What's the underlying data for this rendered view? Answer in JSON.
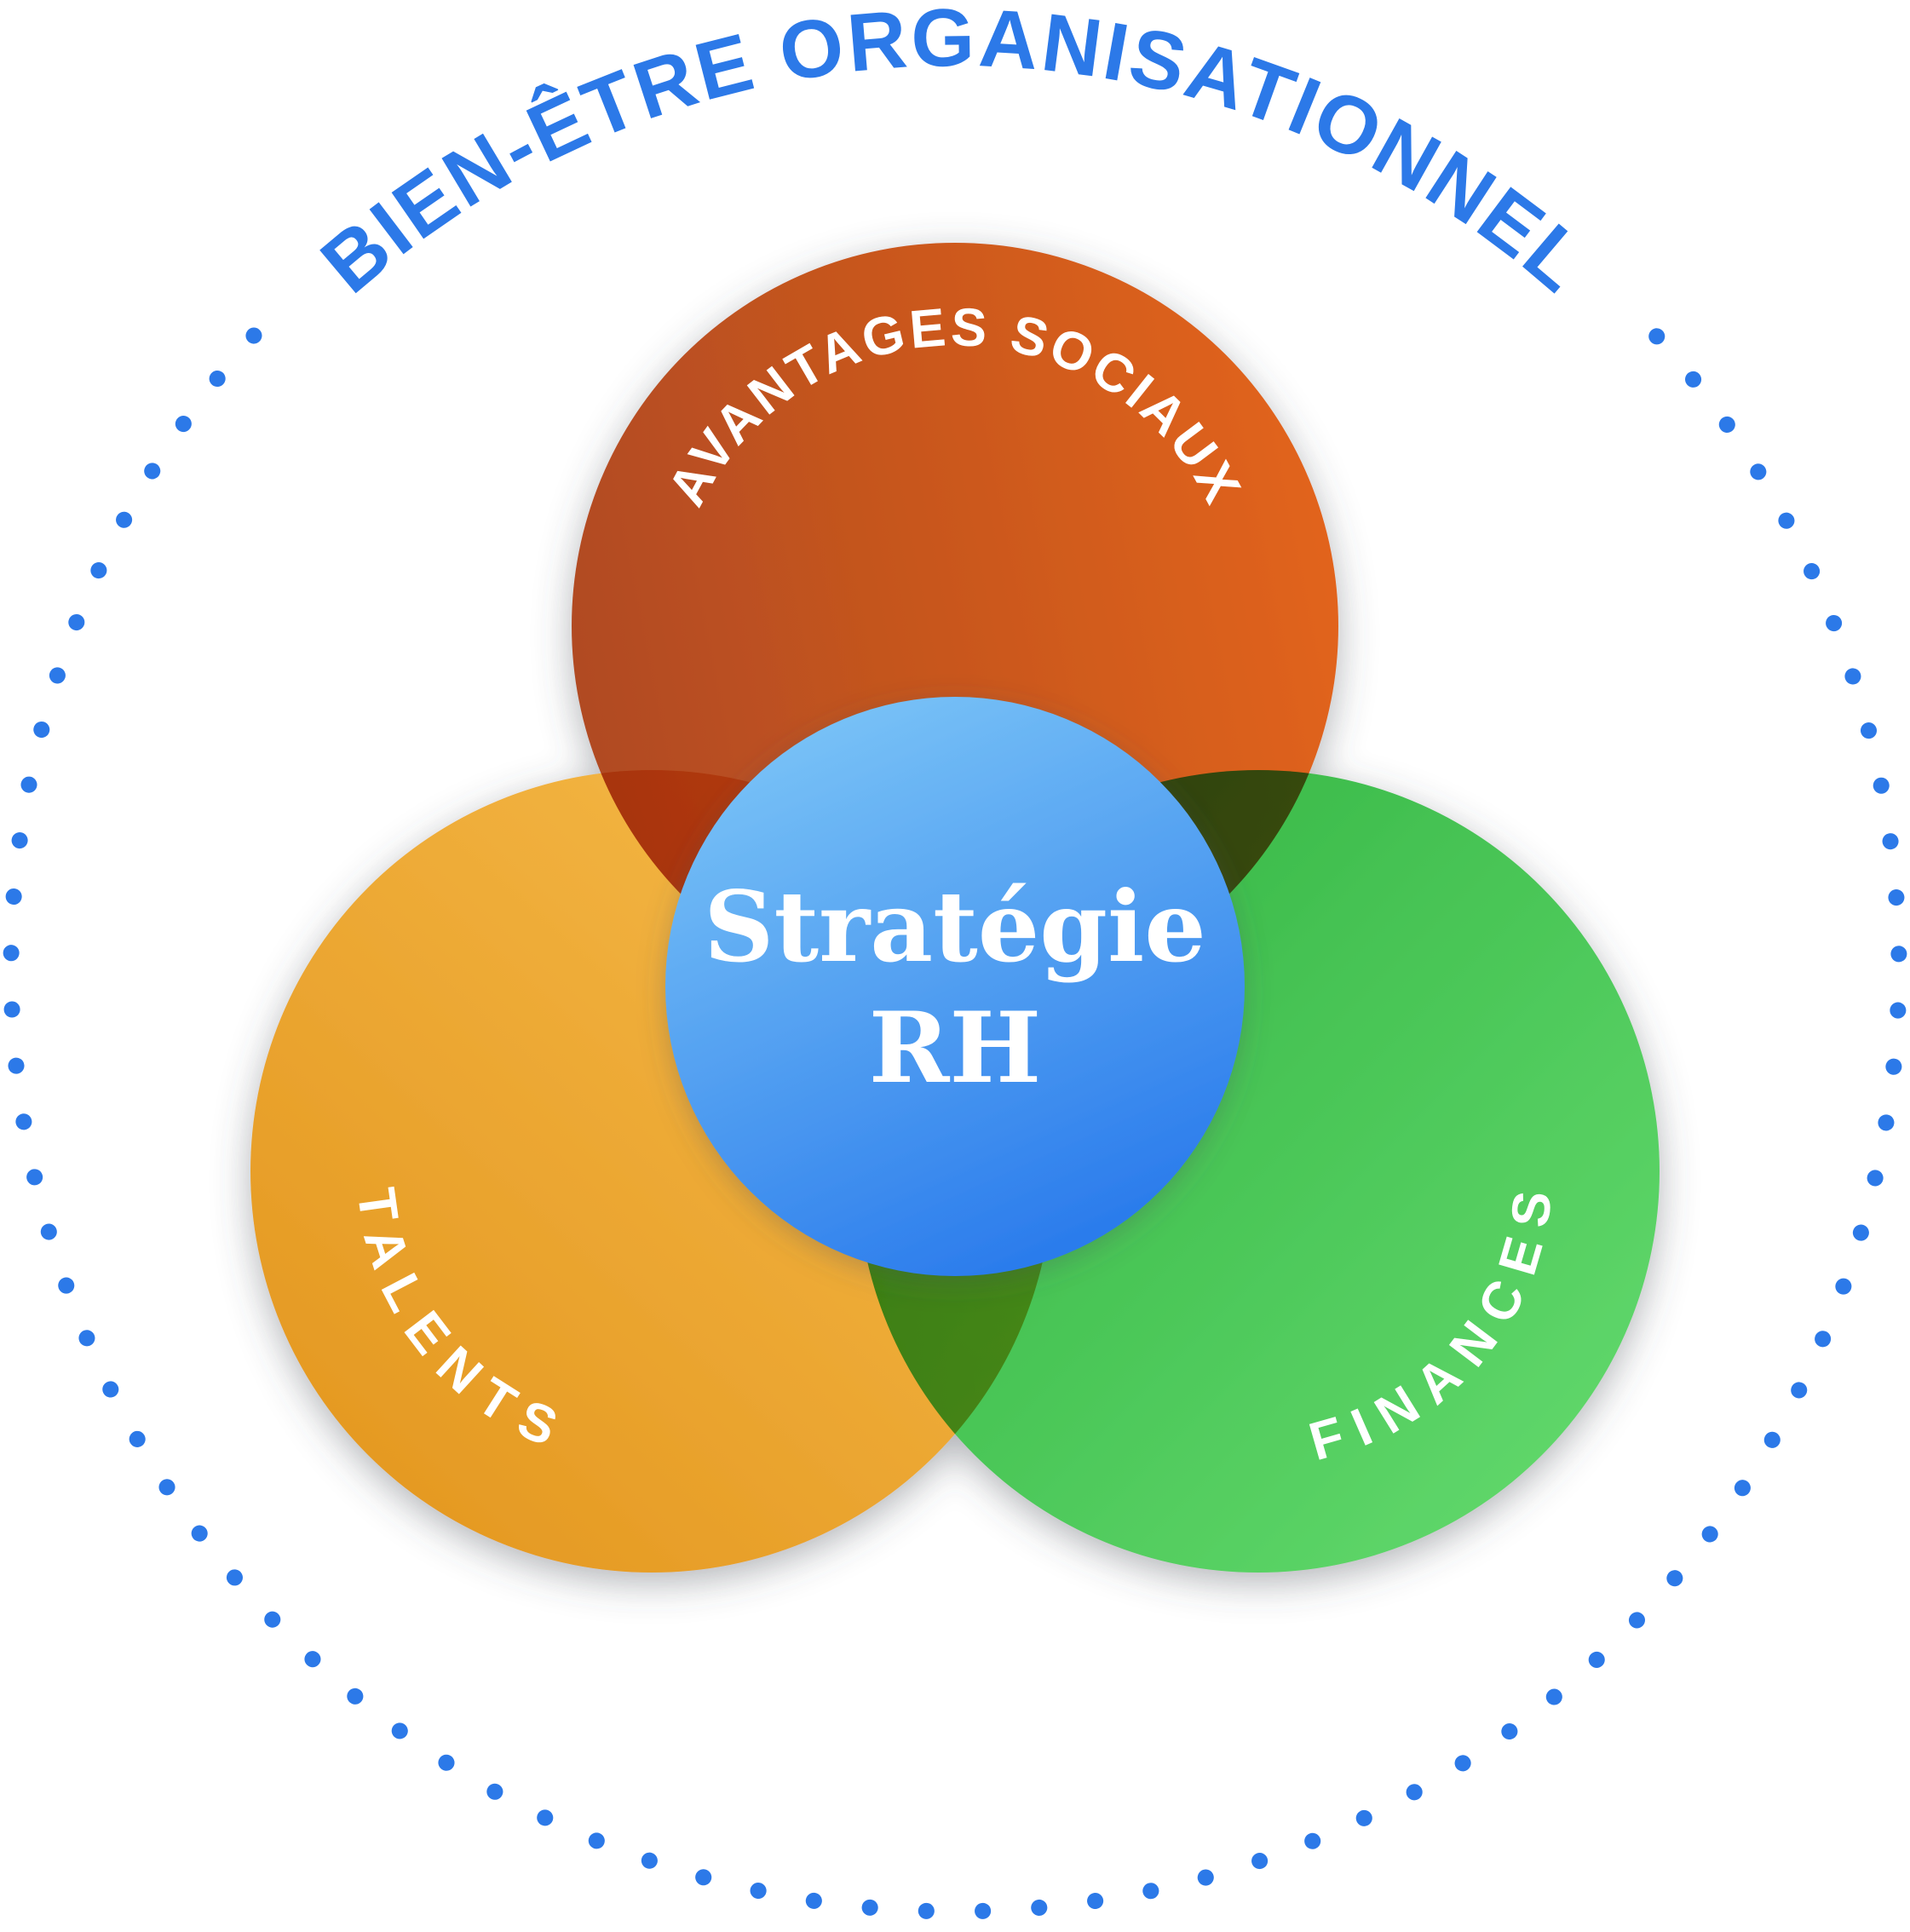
{
  "diagram": {
    "title": {
      "text": "BIEN-ÊTRE ORGANISATIONNEL",
      "color": "#2c79e8"
    },
    "ring": {
      "dot_color": "#2c79e8"
    },
    "circles": {
      "avantages": {
        "label": "AVANTAGES SOCIAUX",
        "label_color": "#ffffff",
        "gradient": {
          "from": "#b04a22",
          "to": "#e2641a"
        }
      },
      "talents": {
        "label": "TALENTS",
        "label_color": "#ffffff",
        "gradient": {
          "from": "#e2941c",
          "to": "#f6bb4a"
        }
      },
      "finances": {
        "label": "FINANCES",
        "label_color": "#ffffff",
        "gradient": {
          "from": "#2fb13f",
          "to": "#66dc70"
        }
      },
      "center": {
        "line1": "Stratégie",
        "line2": "RH",
        "text_color": "#ffffff",
        "gradient": {
          "from": "#7ec7f7",
          "to": "#2a7bec"
        }
      }
    }
  }
}
